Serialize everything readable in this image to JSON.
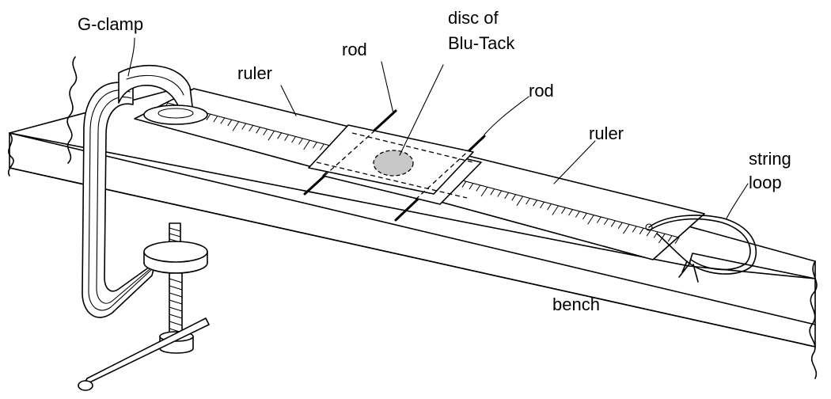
{
  "labels": {
    "g_clamp": "G-clamp",
    "rod_left": "rod",
    "disc_line1": "disc of",
    "disc_line2": "Blu-Tack",
    "rod_right": "rod",
    "ruler_left": "ruler",
    "ruler_right": "ruler",
    "string_line1": "string",
    "string_line2": "loop",
    "bench": "bench"
  },
  "colors": {
    "ink": "#000000",
    "background": "#ffffff",
    "blu_tack": "#c8c8c8"
  }
}
